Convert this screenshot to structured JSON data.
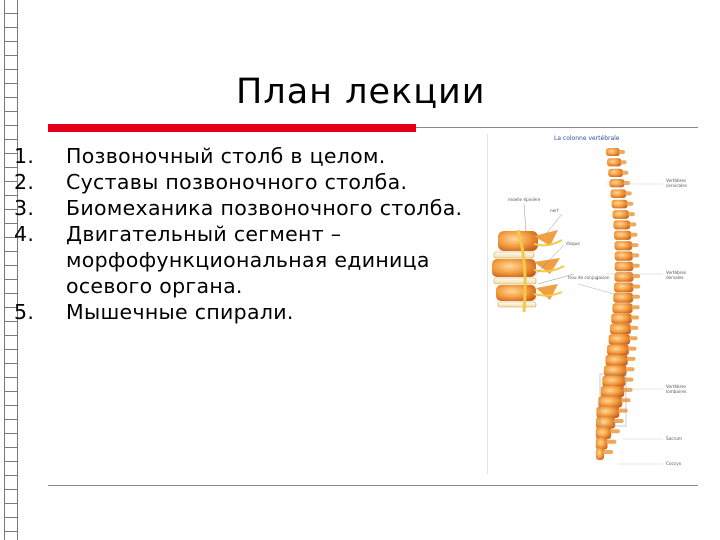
{
  "slide": {
    "title": "План лекции",
    "items": [
      {
        "number": "1.",
        "text": "Позвоночный столб в целом."
      },
      {
        "number": "2.",
        "text": "Суставы позвоночного столба."
      },
      {
        "number": "3.",
        "text": "Биомеханика позвоночного столба."
      },
      {
        "number": "4.",
        "text": "Двигательный сегмент – морфофункциональная единица осевого  органа."
      },
      {
        "number": "5.",
        "text": "Мышечные  спирали."
      }
    ],
    "accent_color": "#e4001b"
  },
  "figure": {
    "title": "La colonne vertébrale",
    "labels": {
      "v1": "moelle épinière",
      "v2": "nerf",
      "disc": "disque",
      "foramen": "trou de conjugaison",
      "cervical_a": "Vertèbres",
      "cervical_b": "cervicales",
      "dorsal_a": "Vertèbres",
      "dorsal_b": "dorsales",
      "lumbar_a": "Vertèbres",
      "lumbar_b": "lombaires",
      "sacrum": "Sacrum",
      "coccyx": "Coccyx"
    },
    "icon": "spine-illustration"
  }
}
